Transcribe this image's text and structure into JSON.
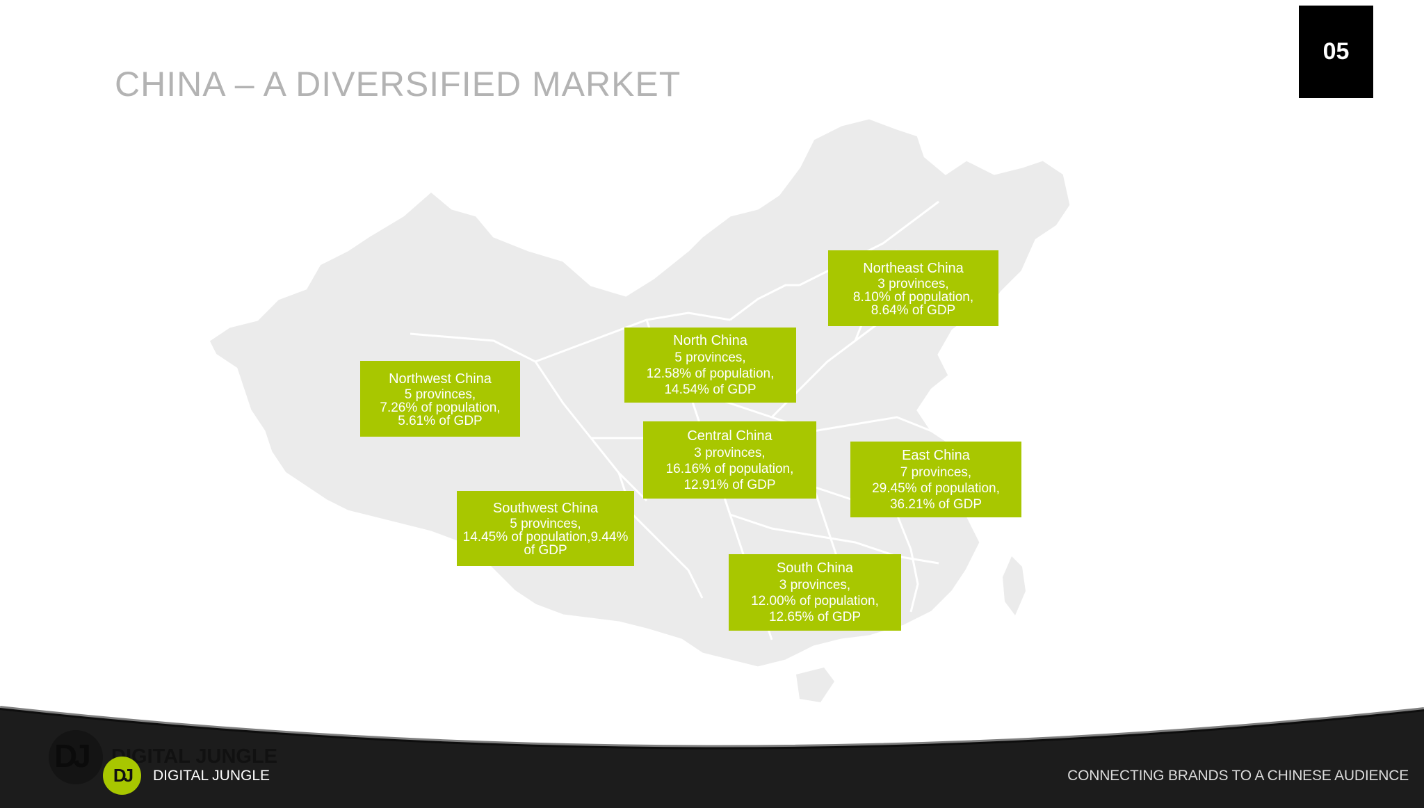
{
  "title": "CHINA – A DIVERSIFIED MARKET",
  "page_number": "05",
  "regions": [
    {
      "name": "Northeast China",
      "lines": [
        "3 provinces,",
        "8.10% of population,",
        "8.64% of GDP"
      ]
    },
    {
      "name": "North China",
      "lines": [
        "5 provinces,",
        "12.58% of population,",
        "14.54% of GDP"
      ]
    },
    {
      "name": "Northwest China",
      "lines": [
        "5 provinces,",
        "7.26% of population,",
        "5.61% of GDP"
      ]
    },
    {
      "name": "Central China",
      "lines": [
        "3 provinces,",
        "16.16% of population,",
        "12.91% of GDP"
      ]
    },
    {
      "name": "East China",
      "lines": [
        "7 provinces,",
        "29.45% of population,",
        "36.21% of GDP"
      ]
    },
    {
      "name": "Southwest China",
      "lines": [
        "5 provinces,",
        "14.45% of population,9.44%",
        "of GDP"
      ]
    },
    {
      "name": "South China",
      "lines": [
        "3 provinces,",
        "12.00% of population,",
        "12.65% of GDP"
      ]
    }
  ],
  "footer": {
    "logo_mark": "DJ",
    "brand_ghost": "DIGITAL JUNGLE",
    "brand_name": "DIGITAL JUNGLE",
    "tagline": "CONNECTING BRANDS TO A CHINESE AUDIENCE"
  },
  "colors": {
    "region_box": "#a8c700",
    "map_fill": "#ebebeb",
    "footer_band": "#1c1c1c",
    "title_text": "#b3b3b3"
  }
}
